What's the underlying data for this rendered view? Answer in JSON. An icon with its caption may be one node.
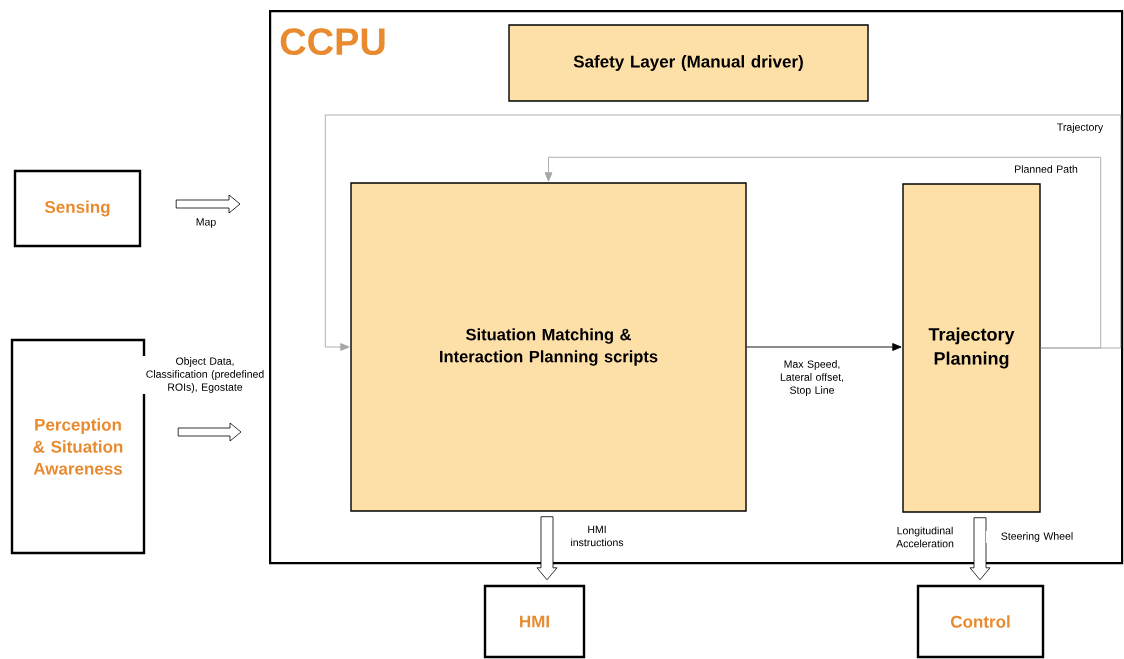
{
  "diagram": {
    "nodes": [
      {
        "text": [
          "CCPU"
        ]
      },
      {
        "text": [
          "Safety Layer (Manual driver)"
        ],
        "in": 0
      },
      {
        "text": [
          "Sensing"
        ]
      },
      {
        "text": [
          "Perception & Situation Awareness"
        ]
      },
      {
        "text": [
          "Situation Matching & Interaction Planning scripts"
        ],
        "in": 0
      },
      {
        "text": [
          "Trajectory Planning"
        ],
        "in": 0
      },
      {
        "text": [
          "HMI"
        ]
      },
      {
        "text": [
          "Control"
        ]
      }
    ],
    "edges": [
      {
        "from": 2,
        "to": 0,
        "arrow": "to",
        "label": "Map",
        "style": "thick"
      },
      {
        "from": 3,
        "to": 0,
        "arrow": "to",
        "label": "Object Data, Classification (predefined ROIs), Egostate",
        "style": "thick"
      },
      {
        "from": 4,
        "to": 5,
        "arrow": "to",
        "label": "Max Speed, Lateral offset, Stop Line",
        "color": "#000000"
      },
      {
        "from": 5,
        "to": 4,
        "arrow": "to",
        "label": "Planned Path",
        "color": "#a6a6a6"
      },
      {
        "from": 5,
        "to": 4,
        "arrow": "to",
        "label": "Trajectory",
        "color": "#a6a6a6"
      },
      {
        "from": 4,
        "to": 6,
        "arrow": "to",
        "label": "HMI instructions",
        "style": "thick"
      },
      {
        "from": 5,
        "to": 7,
        "arrow": "to",
        "label": "Steering Wheel",
        "style": "thick"
      }
    ],
    "labels": [
      "Longitudinal Acceleration"
    ]
  }
}
